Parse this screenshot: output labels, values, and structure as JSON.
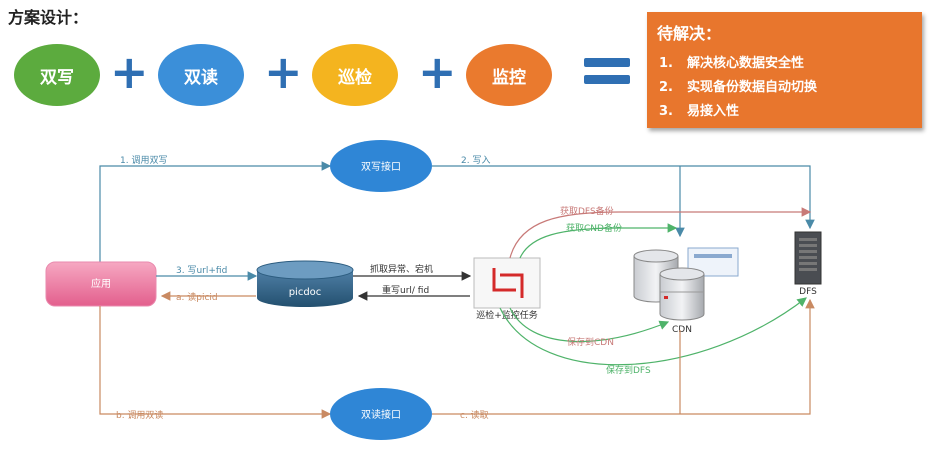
{
  "header": {
    "title": "方案设计："
  },
  "formula": {
    "items": [
      {
        "label": "双写",
        "color": "#5cab3e"
      },
      {
        "label": "双读",
        "color": "#3b8fd9"
      },
      {
        "label": "巡检",
        "color": "#f4b41f"
      },
      {
        "label": "监控",
        "color": "#ea7a2e"
      }
    ],
    "operator_color": "#2f6fb3"
  },
  "goals": {
    "title": "待解决：",
    "items": [
      {
        "num": "1.",
        "text": "解决核心数据安全性"
      },
      {
        "num": "2.",
        "text": "实现备份数据自动切换"
      },
      {
        "num": "3.",
        "text": "易接入性"
      }
    ],
    "color": "#e8762d"
  },
  "diagram": {
    "nodes": {
      "app": "应用",
      "write_api": "双写接口",
      "read_api": "双读接口",
      "db": "picdoc",
      "task": "巡检+监控任务",
      "cdn": "CDN",
      "dfs": "DFS"
    },
    "edges": {
      "call_write": "1. 调用双写",
      "write_in": "2. 写入",
      "write_url": "3. 写url+fid",
      "read_picid": "a. 读picid",
      "fetch_error": "抓取异常、宕机",
      "rewrite": "重写url/ fid",
      "get_dfs_backup": "获取DFS备份",
      "get_cdn_backup": "获取CND备份",
      "save_cdn": "保存到CDN",
      "save_dfs": "保存到DFS",
      "call_read": "b. 调用双读",
      "read": "c. 读取"
    },
    "colors": {
      "blue_node": "#2f86d6",
      "pink_node": "#e9709a",
      "line_teal": "#4a8aa8",
      "line_orange": "#c98a62",
      "line_green": "#4fb36a",
      "line_red": "#c87a78",
      "line_dark": "#333333"
    }
  }
}
